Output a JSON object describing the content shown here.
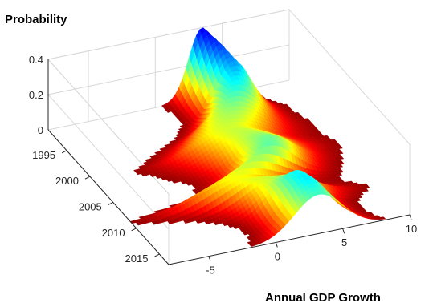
{
  "chart_data": {
    "type": "surface",
    "title": "",
    "zlabel": "Probability",
    "xlabel": "Annual GDP Growth",
    "ylabel": "",
    "x_ticks": [
      -5,
      0,
      5,
      10
    ],
    "y_ticks": [
      1995,
      2000,
      2005,
      2010,
      2015
    ],
    "z_ticks": [
      0,
      0.2,
      0.4
    ],
    "xlim": [
      -8,
      10
    ],
    "ylim": [
      1991,
      2017
    ],
    "zlim": [
      0,
      0.4
    ],
    "grid": true,
    "colormap": "jet",
    "note_series": [
      {
        "year": 1991,
        "mean": 3.5,
        "sd": 1.0
      },
      {
        "year": 1993,
        "mean": 4.0,
        "sd": 1.1
      },
      {
        "year": 1995,
        "mean": 4.5,
        "sd": 1.3
      },
      {
        "year": 1997,
        "mean": 4.0,
        "sd": 1.6
      },
      {
        "year": 1999,
        "mean": 3.0,
        "sd": 2.2
      },
      {
        "year": 2001,
        "mean": 2.0,
        "sd": 2.6
      },
      {
        "year": 2003,
        "mean": 3.0,
        "sd": 2.4
      },
      {
        "year": 2005,
        "mean": 3.5,
        "sd": 2.0
      },
      {
        "year": 2007,
        "mean": 3.0,
        "sd": 1.9
      },
      {
        "year": 2009,
        "mean": -0.5,
        "sd": 3.0
      },
      {
        "year": 2011,
        "mean": 2.5,
        "sd": 2.4
      },
      {
        "year": 2013,
        "mean": 2.8,
        "sd": 1.6
      },
      {
        "year": 2015,
        "mean": 3.0,
        "sd": 1.5
      },
      {
        "year": 2017,
        "mean": 3.2,
        "sd": 1.8
      }
    ]
  }
}
